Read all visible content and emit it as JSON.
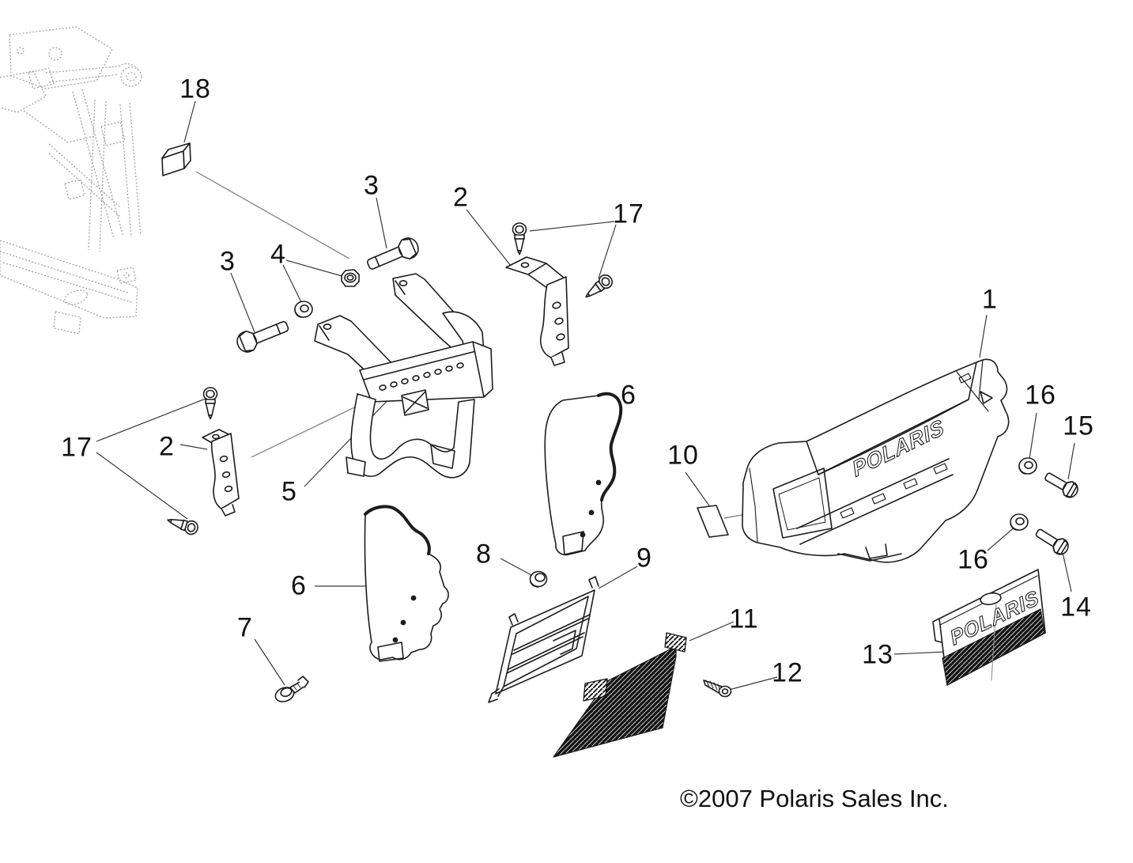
{
  "diagram": {
    "title_hint": "exploded-parts-diagram-front-bumper",
    "copyright": "©2007 Polaris Sales Inc.",
    "fascia_logo_text": "POLARIS",
    "grille_logo_text": "POLARIS",
    "callouts": [
      {
        "id": "callout-1",
        "label": "1"
      },
      {
        "id": "callout-2-upper",
        "label": "2"
      },
      {
        "id": "callout-2-left",
        "label": "2"
      },
      {
        "id": "callout-3-upper",
        "label": "3"
      },
      {
        "id": "callout-3-left",
        "label": "3"
      },
      {
        "id": "callout-4",
        "label": "4"
      },
      {
        "id": "callout-5",
        "label": "5"
      },
      {
        "id": "callout-6-left",
        "label": "6"
      },
      {
        "id": "callout-6-right",
        "label": "6"
      },
      {
        "id": "callout-7",
        "label": "7"
      },
      {
        "id": "callout-8",
        "label": "8"
      },
      {
        "id": "callout-9",
        "label": "9"
      },
      {
        "id": "callout-10",
        "label": "10"
      },
      {
        "id": "callout-11",
        "label": "11"
      },
      {
        "id": "callout-12",
        "label": "12"
      },
      {
        "id": "callout-13",
        "label": "13"
      },
      {
        "id": "callout-14",
        "label": "14"
      },
      {
        "id": "callout-15",
        "label": "15"
      },
      {
        "id": "callout-16-upper",
        "label": "16"
      },
      {
        "id": "callout-16-lower",
        "label": "16"
      },
      {
        "id": "callout-17-right",
        "label": "17"
      },
      {
        "id": "callout-17-left",
        "label": "17"
      },
      {
        "id": "callout-18",
        "label": "18"
      }
    ],
    "colors": {
      "line": "#1c1c1c",
      "ghost": "#a3a3a3",
      "leader": "#3a3a3a",
      "gray_leader": "#8c8c8c",
      "mesh_dark": "#151515"
    }
  }
}
